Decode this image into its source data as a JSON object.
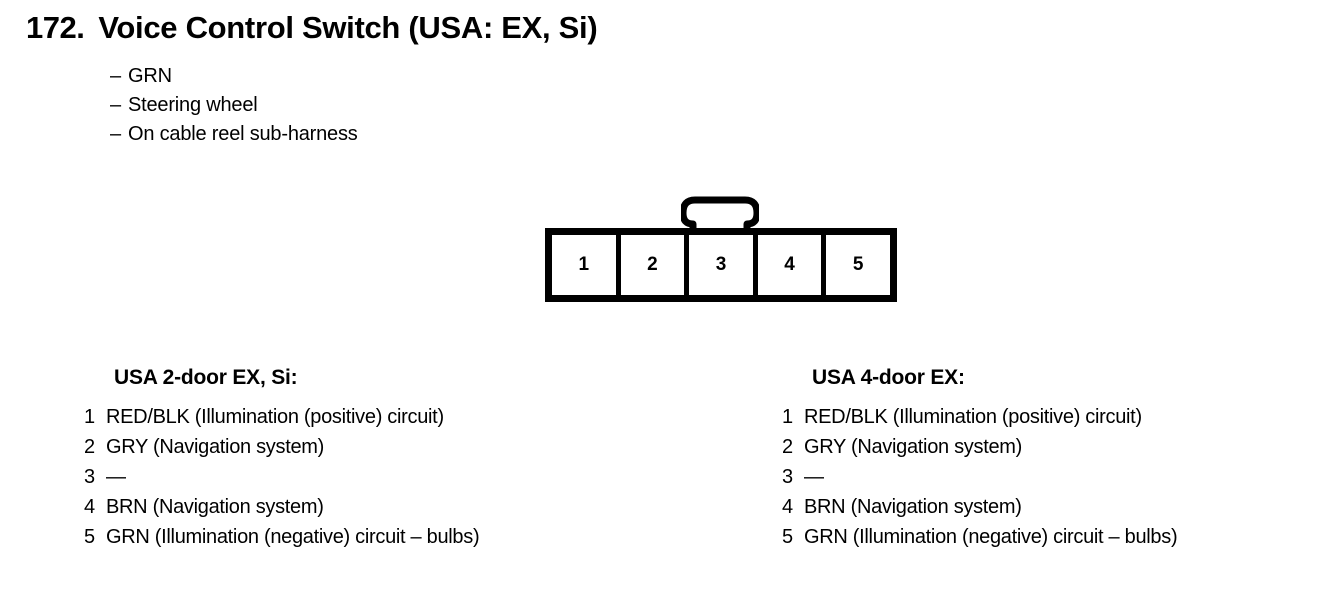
{
  "title": {
    "number": "172.",
    "text": "Voice Control Switch (USA: EX, Si)"
  },
  "specs": [
    {
      "dash": "–",
      "text": "GRN"
    },
    {
      "dash": "–",
      "text": "Steering wheel"
    },
    {
      "dash": "–",
      "text": "On cable reel sub-harness"
    }
  ],
  "connector": {
    "cavities": [
      "1",
      "2",
      "3",
      "4",
      "5"
    ]
  },
  "pin_columns": [
    {
      "heading": "USA 2-door EX, Si:",
      "rows": [
        {
          "num": "1",
          "desc": "RED/BLK (Illumination (positive) circuit)"
        },
        {
          "num": "2",
          "desc": "GRY (Navigation system)"
        },
        {
          "num": "3",
          "desc": "—"
        },
        {
          "num": "4",
          "desc": "BRN (Navigation system)"
        },
        {
          "num": "5",
          "desc": "GRN (Illumination (negative) circuit – bulbs)"
        }
      ]
    },
    {
      "heading": "USA 4-door EX:",
      "rows": [
        {
          "num": "1",
          "desc": "RED/BLK (Illumination (positive) circuit)"
        },
        {
          "num": "2",
          "desc": "GRY (Navigation system)"
        },
        {
          "num": "3",
          "desc": "—"
        },
        {
          "num": "4",
          "desc": "BRN (Navigation system)"
        },
        {
          "num": "5",
          "desc": "GRN (Illumination (negative) circuit – bulbs)"
        }
      ]
    }
  ],
  "colors": {
    "ink": "#000000",
    "background": "#ffffff"
  }
}
